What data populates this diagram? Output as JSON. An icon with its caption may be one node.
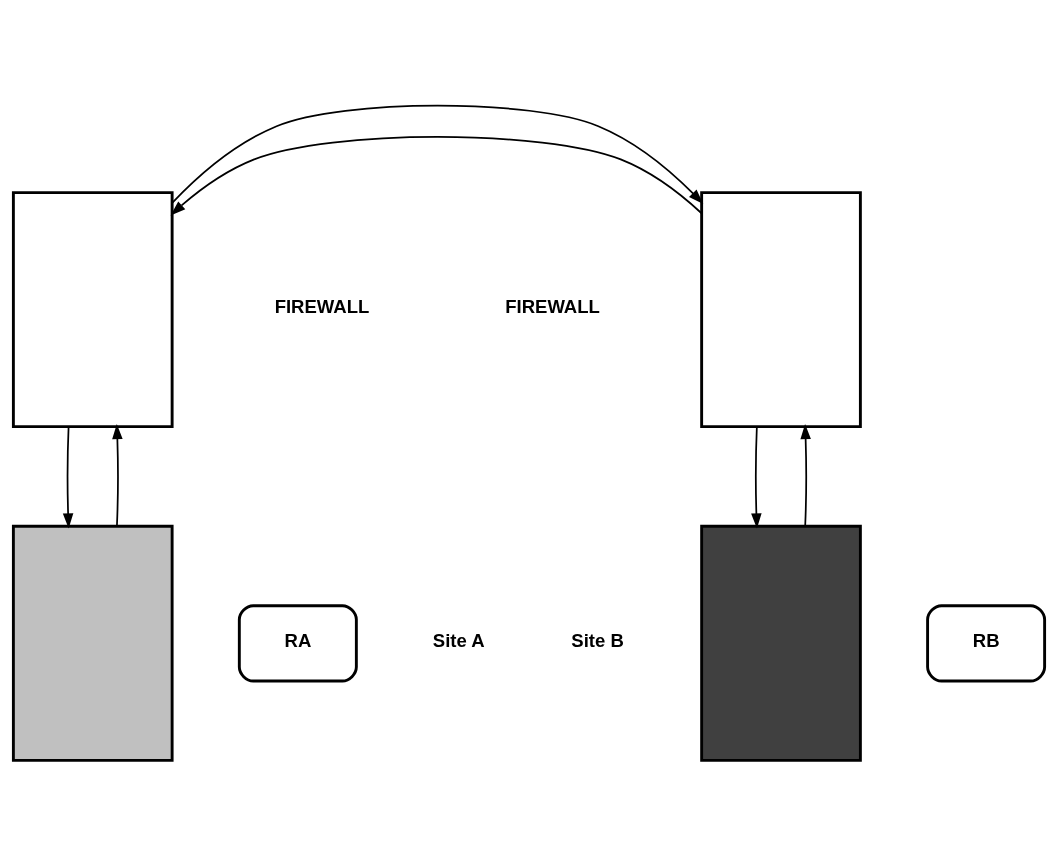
{
  "diagram": {
    "nodes": [
      {
        "text": [],
        "shape": "box"
      },
      {
        "text": [],
        "shape": "box"
      },
      {
        "text": [],
        "shape": "box"
      },
      {
        "text": [
          "RA"
        ]
      },
      {
        "text": [],
        "shape": "box"
      },
      {
        "text": [
          "RB"
        ]
      }
    ],
    "edges": [
      {
        "from": 1,
        "to": 0,
        "arrow": "to"
      },
      {
        "from": 0,
        "to": 1,
        "arrow": "to"
      },
      {
        "from": 0,
        "to": 2,
        "arrow": "to"
      },
      {
        "from": 2,
        "to": 0,
        "arrow": "to"
      },
      {
        "from": 4,
        "to": 1,
        "arrow": "to"
      },
      {
        "from": 1,
        "to": 4,
        "arrow": "to"
      }
    ],
    "labels": [
      "FIREWALL",
      "FIREWALL",
      "Site A",
      "Site B"
    ]
  }
}
